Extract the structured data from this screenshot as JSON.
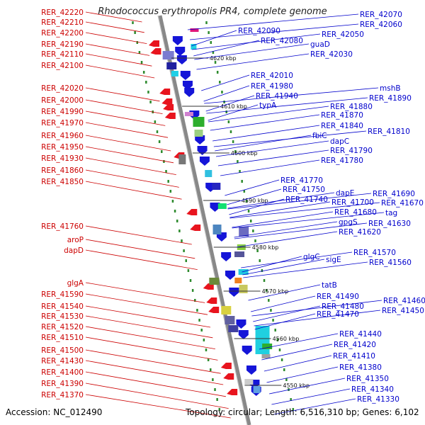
{
  "title": "Rhodococcus erythropolis PR4, complete genome",
  "footer": {
    "accession": "Accession: NC_012490",
    "summary": "Topology: circular; Length: 6,516,310 bp; Genes: 6,102"
  },
  "colors": {
    "left_labels": "#cc0000",
    "right_labels": "#0000cc",
    "backbone": "#888888"
  },
  "kbp_labels": [
    "4620 kbp",
    "4610 kbp",
    "4600 kbp",
    "4590 kbp",
    "4580 kbp",
    "4570 kbp",
    "4560 kbp",
    "4550 kbp"
  ],
  "left_labels": [
    "RER_42220",
    "RER_42210",
    "RER_42200",
    "RER_42190",
    "RER_42110",
    "RER_42100",
    "RER_42020",
    "RER_42000",
    "RER_41990",
    "RER_41970",
    "RER_41960",
    "RER_41950",
    "RER_41930",
    "RER_41860",
    "RER_41850",
    "RER_41760",
    "aroP",
    "dapD",
    "glgA",
    "RER_41590",
    "RER_41540",
    "RER_41530",
    "RER_41520",
    "RER_41510",
    "RER_41500",
    "RER_41430",
    "RER_41400",
    "RER_41390",
    "RER_41370"
  ],
  "right_labels": [
    "RER_42070",
    "RER_42060",
    "RER_42050",
    "RER_42090",
    "RER_42080",
    "guaD",
    "RER_42030",
    "RER_42010",
    "RER_41980",
    "RER_41940",
    "typA",
    "mshB",
    "RER_41890",
    "RER_41880",
    "RER_41870",
    "RER_41840",
    "fbiC",
    "RER_41810",
    "dapC",
    "RER_41790",
    "RER_41780",
    "RER_41770",
    "RER_41750",
    "RER_41740",
    "dapE",
    "RER_41690",
    "RER_41700",
    "RER_41670",
    "RER_41680",
    "tag",
    "gpgS",
    "RER_41630",
    "RER_41620",
    "RER_41570",
    "glgC",
    "sigE",
    "RER_41560",
    "tatB",
    "RER_41490",
    "RER_41460",
    "RER_41480",
    "RER_41470",
    "RER_41450",
    "RER_41440",
    "RER_41420",
    "RER_41410",
    "RER_41380",
    "RER_41350",
    "RER_41340",
    "RER_41330"
  ]
}
